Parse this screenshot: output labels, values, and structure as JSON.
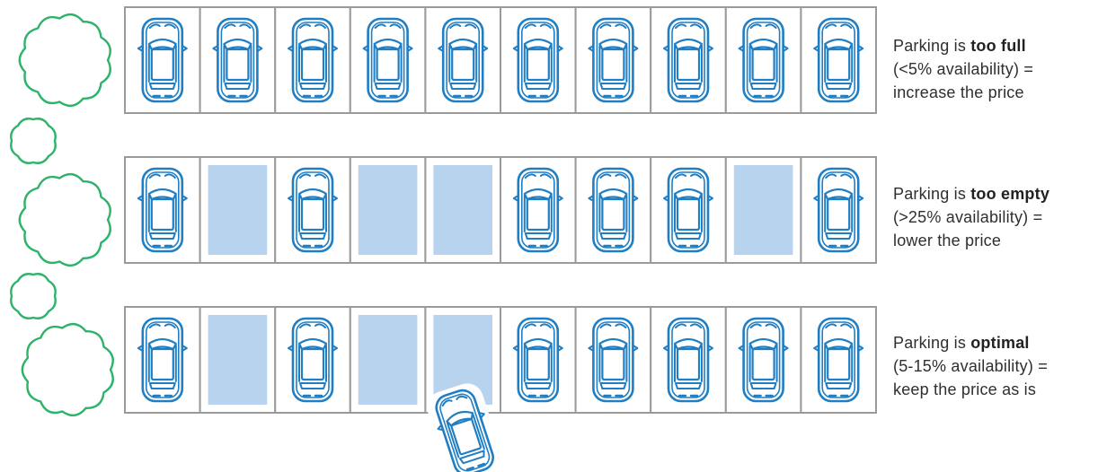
{
  "colors": {
    "car_stroke": "#1f7ec4",
    "empty_spot": "#b7d3ee",
    "bay_border": "#9a9a9a",
    "tree_stroke": "#2eb36a",
    "text": "#2f2f2f"
  },
  "rows": [
    {
      "id": "too-full",
      "spots": [
        "car",
        "car",
        "car",
        "car",
        "car",
        "car",
        "car",
        "car",
        "car",
        "car"
      ],
      "caption": {
        "prefix": "Parking is ",
        "status": "too full",
        "line2": "(<5% availability) =",
        "line3": "increase the price"
      }
    },
    {
      "id": "too-empty",
      "spots": [
        "car",
        "empty",
        "car",
        "empty",
        "empty",
        "car",
        "car",
        "car",
        "empty",
        "car"
      ],
      "caption": {
        "prefix": "Parking is ",
        "status": "too empty",
        "line2": "(>25% availability) =",
        "line3": "lower the price"
      }
    },
    {
      "id": "optimal",
      "spots": [
        "car",
        "empty",
        "car",
        "empty",
        "empty-incoming",
        "car",
        "car",
        "car",
        "car",
        "car"
      ],
      "caption": {
        "prefix": "Parking is ",
        "status": "optimal",
        "line2": "(5-15% availability) =",
        "line3": "keep the price as is"
      }
    }
  ],
  "icons": {
    "car": "car-icon",
    "tree": "tree-icon"
  }
}
